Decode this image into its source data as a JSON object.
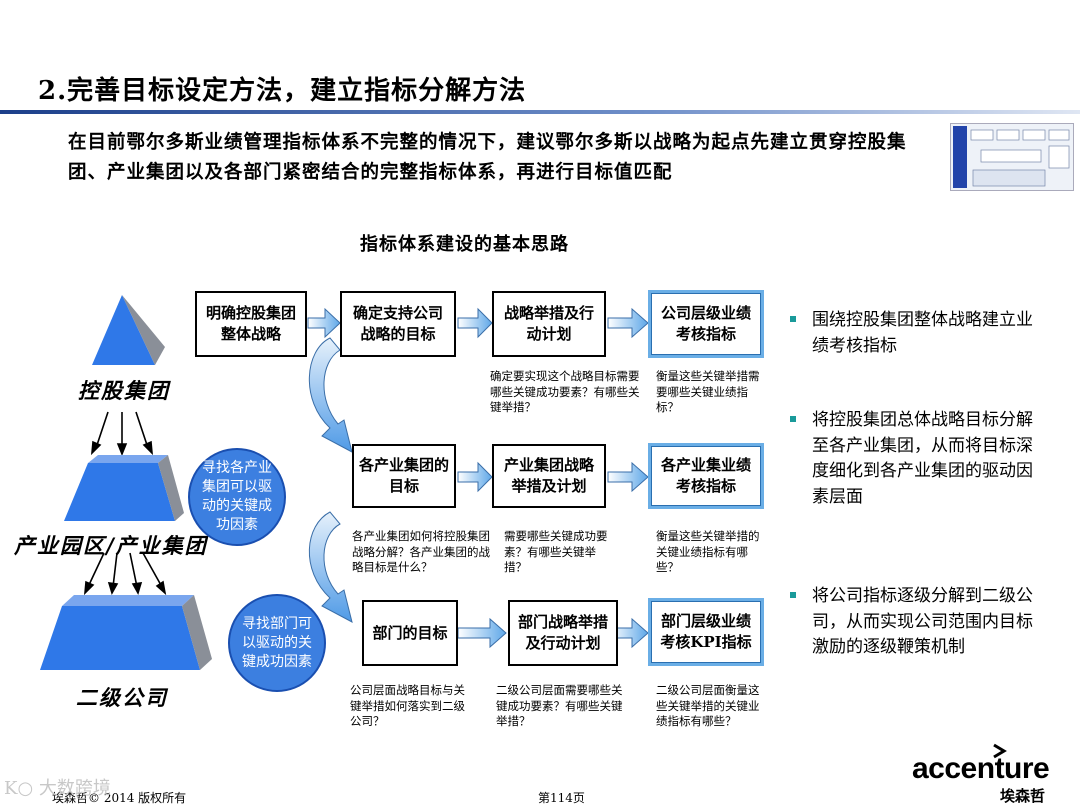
{
  "title": "2.完善目标设定方法，建立指标分解方法",
  "intro": "在目前鄂尔多斯业绩管理指标体系不完整的情况下，建议鄂尔多斯以战略为起点先建立贯穿控股集团、产业集团以及各部门紧密结合的完整指标体系，再进行目标值匹配",
  "subtitle": "指标体系建设的基本思路",
  "levels": {
    "group": "控股集团",
    "industry": "产业园区/产业集团",
    "subsidiary": "二级公司"
  },
  "circles": {
    "industry": "寻找各产业集团可以驱动的关键成功因素",
    "dept": "寻找部门可以驱动的关键成功因素"
  },
  "row1": {
    "box1": "明确控股集团整体战略",
    "box2": "确定支持公司战略的目标",
    "box3": "战略举措及行动计划",
    "box4": "公司层级业绩考核指标",
    "note3": "确定要实现这个战略目标需要哪些关键成功要素？有哪些关键举措？",
    "note4": "衡量这些关键举措需要哪些关键业绩指标？"
  },
  "row2": {
    "box2": "各产业集团的目标",
    "box3": "产业集团战略举措及计划",
    "box4": "各产业集业绩考核指标",
    "note2": "各产业集团如何将控股集团战略分解？各产业集团的战略目标是什么？",
    "note3": "需要哪些关键成功要素？有哪些关键举措？",
    "note4": "衡量这些关键举措的关键业绩指标有哪些？"
  },
  "row3": {
    "box2": "部门的目标",
    "box3": "部门战略举措及行动计划",
    "box4": "部门层级业绩考核KPI指标",
    "note2": "公司层面战略目标与关键举措如何落实到二级公司？",
    "note3": "二级公司层面需要哪些关键成功要素？有哪些关键举措？",
    "note4": "二级公司层面衡量这些关键举措的关键业绩指标有哪些？"
  },
  "bullets": [
    "围绕控股集团整体战略建立业绩考核指标",
    "将控股集团总体战略目标分解至各产业集团，从而将目标深度细化到各产业集团的驱动因素层面",
    "将公司指标逐级分解到二级公司，从而实现公司范围内目标激励的逐级鞭策机制"
  ],
  "footer": {
    "copyright": "埃森哲© 2014 版权所有",
    "page": "第114页",
    "logo": "accenture",
    "logo_cn": "埃森哲",
    "watermark": "K○ 大数跨境"
  },
  "colors": {
    "accent_blue": "#3c7fe0",
    "kpi_border": "#6aaee6",
    "bullet_square": "#1a9a9a"
  }
}
